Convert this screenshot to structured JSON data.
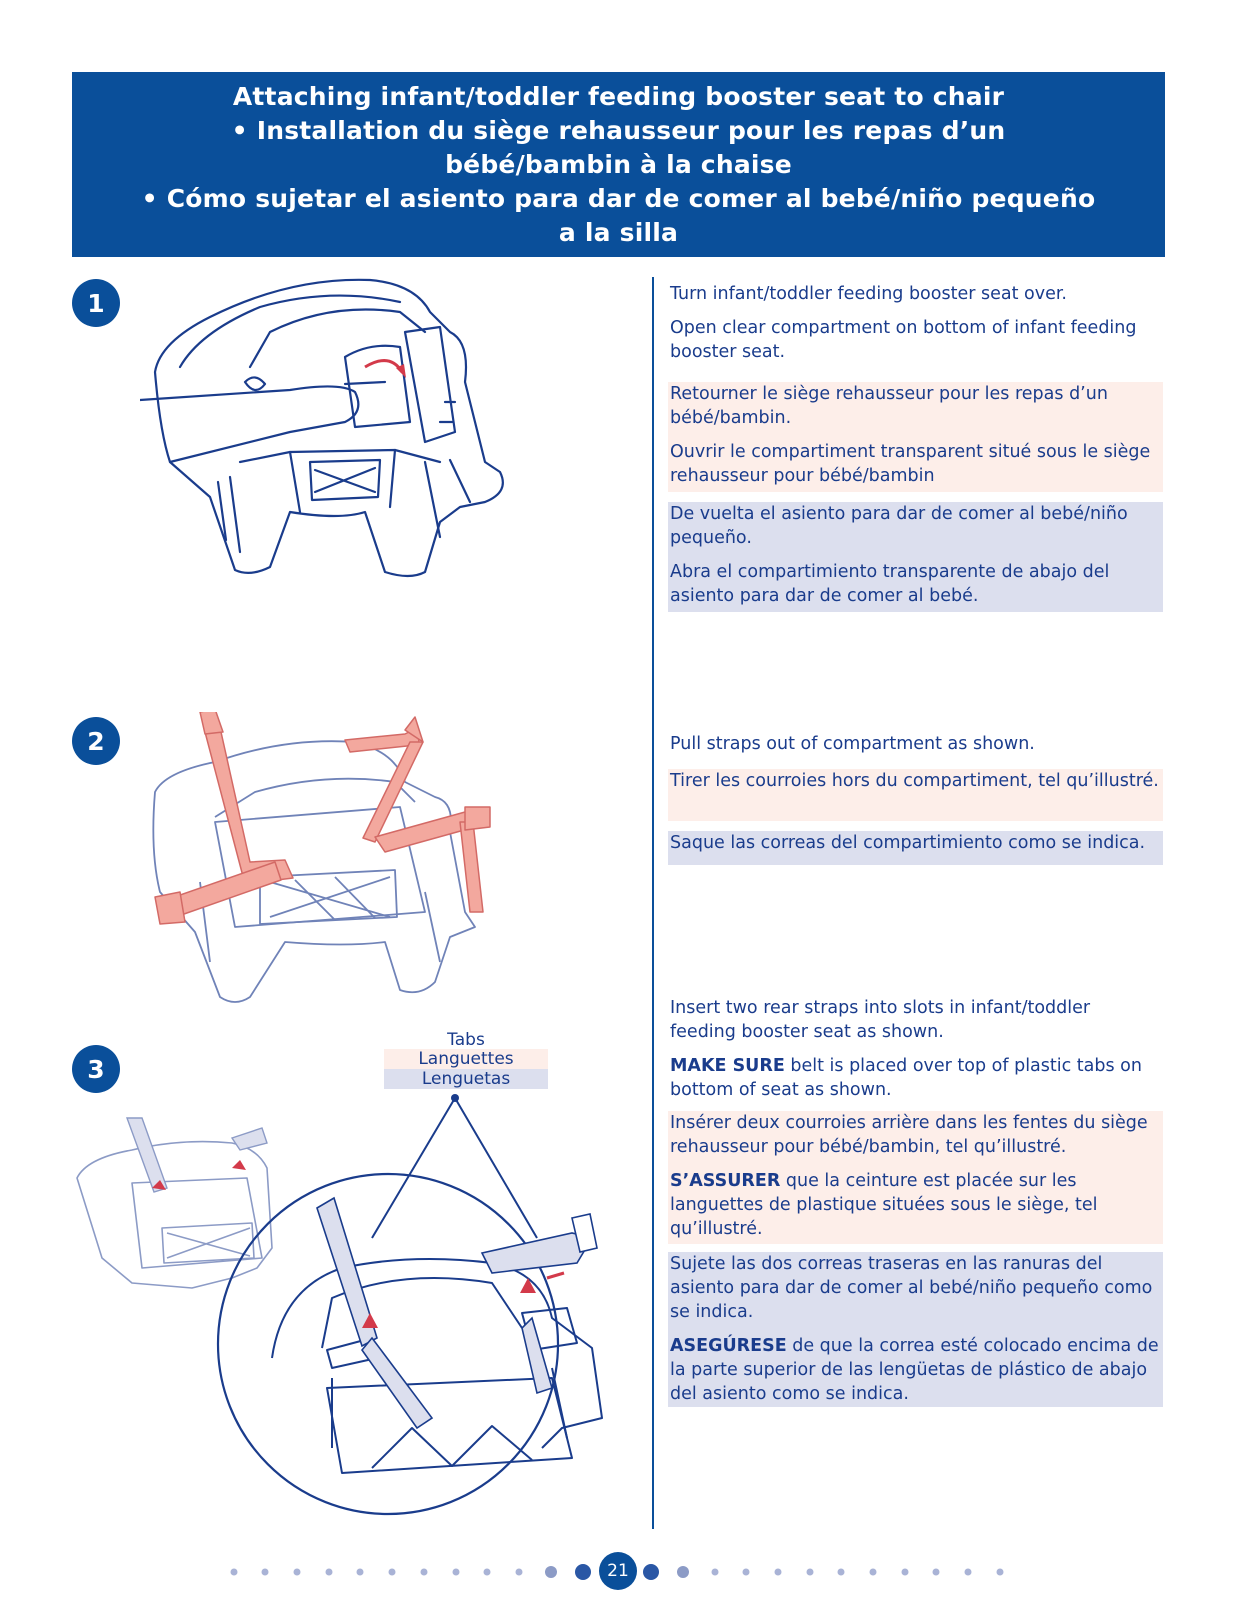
{
  "header": {
    "title_lines": [
      "Attaching infant/toddler feeding booster seat to chair",
      "• Installation du siège rehausseur pour les repas d’un",
      "bébé/bambin à la chaise",
      "• Cómo sujetar el asiento para dar de comer al bebé/niño pequeño",
      "a la silla"
    ]
  },
  "steps": [
    {
      "number": "1",
      "en": [
        "Turn infant/toddler feeding booster seat over.",
        "Open clear compartment on bottom of infant feeding booster seat."
      ],
      "fr": [
        "Retourner le siège rehausseur pour les repas d’un bébé/bambin.",
        "Ouvrir le compartiment transparent situé sous le siège rehausseur pour bébé/bambin"
      ],
      "es": [
        "De vuelta el asiento para dar de comer al bebé/niño pequeño.",
        "Abra el compartimiento transparente de abajo del asiento para dar de comer al bebé."
      ]
    },
    {
      "number": "2",
      "en": [
        "Pull straps out of compartment as shown."
      ],
      "fr": [
        "Tirer les courroies hors du compartiment, tel qu’illustré."
      ],
      "es": [
        "Saque las correas del compartimiento como se indica."
      ]
    },
    {
      "number": "3",
      "en_1": "Insert two rear straps into slots in infant/toddler feeding booster seat as shown.",
      "en_2_bold": "MAKE SURE",
      "en_2_rest": " belt is placed over top of plastic tabs on bottom of seat as shown.",
      "fr_1": "Insérer deux courroies arrière dans les fentes du siège rehausseur pour bébé/bambin, tel qu’illustré.",
      "fr_2_bold": "S’ASSURER",
      "fr_2_rest": " que la ceinture est placée sur les languettes de plastique situées sous le siège, tel qu’illustré.",
      "es_1": "Sujete las dos correas traseras en las ranuras del asiento para dar de comer al bebé/niño pequeño como se indica.",
      "es_2_bold": "ASEGÚRESE",
      "es_2_rest": " de que la correa esté colocado encima de la parte superior de las lengüetas de plástico de abajo del asiento como se indica.",
      "callout": {
        "en": "Tabs",
        "fr": "Languettes",
        "es": "Lenguetas"
      }
    }
  ],
  "footer": {
    "page_number": "21"
  },
  "colors": {
    "brand_blue": "#0a4f9a",
    "text_blue": "#1a3c8c",
    "fr_band": "#fdeee9",
    "es_band": "#dcdfee",
    "strap_red": "#f3a89e"
  }
}
